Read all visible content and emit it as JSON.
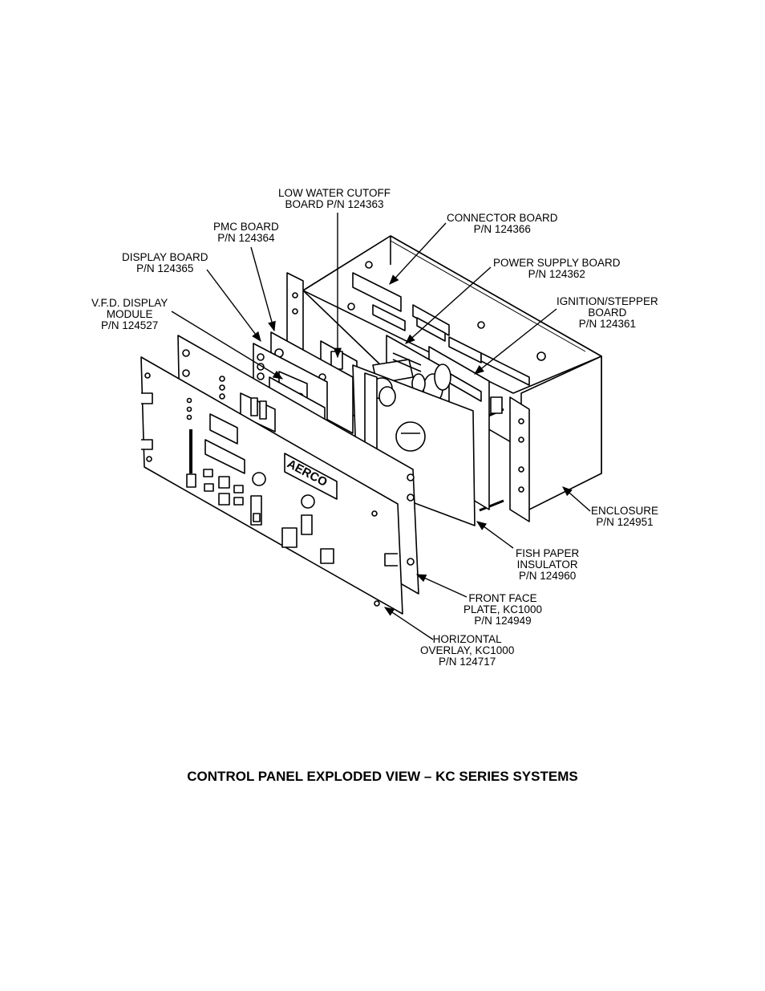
{
  "callouts": {
    "low_water": [
      "LOW WATER CUTOFF",
      "BOARD P/N 124363"
    ],
    "connector": [
      "CONNECTOR BOARD",
      "P/N 124366"
    ],
    "pmc": [
      "PMC BOARD",
      "P/N 124364"
    ],
    "power_supply": [
      "POWER SUPPLY BOARD",
      "P/N 124362"
    ],
    "display": [
      "DISPLAY BOARD",
      "P/N 124365"
    ],
    "ignition": [
      "IGNITION/STEPPER",
      "BOARD",
      "P/N 124361"
    ],
    "vfd": [
      "V.F.D. DISPLAY",
      "MODULE",
      "P/N 124527"
    ],
    "enclosure": [
      "ENCLOSURE",
      "P/N 124951"
    ],
    "fish_paper": [
      "FISH PAPER",
      "INSULATOR",
      "P/N 124960"
    ],
    "front_face": [
      "FRONT FACE",
      "PLATE, KC1000",
      "P/N 124949"
    ],
    "overlay": [
      "HORIZONTAL",
      "OVERLAY, KC1000",
      "P/N 124717"
    ]
  },
  "logo_text": "AERCO",
  "caption": "CONTROL PANEL EXPLODED VIEW – KC SERIES SYSTEMS"
}
